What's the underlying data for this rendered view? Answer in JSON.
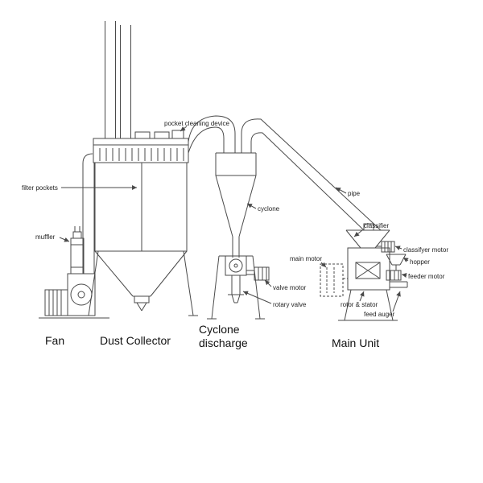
{
  "diagram": {
    "type": "process-equipment-line-drawing",
    "colors": {
      "line": "#4a4a4a",
      "text": "#1f1f1f",
      "background": "#ffffff"
    },
    "main_labels": {
      "fan": "Fan",
      "dust_collector": "Dust Collector",
      "cyclone_discharge_line1": "Cyclone",
      "cyclone_discharge_line2": "discharge",
      "main_unit": "Main Unit"
    },
    "part_labels": {
      "pocket_cleaning_device": "pocket cleaning device",
      "filter_pockets": "filter pockets",
      "muffler": "muffler",
      "cyclone": "cyclone",
      "pipe": "pipe",
      "classifier": "classifier",
      "main_motor": "main motor",
      "classifyer_motor": "classifyer motor",
      "hopper": "hopper",
      "feeder_motor": "feeder motor",
      "valve_motor": "valve motor",
      "rotary_valve": "rotary valve",
      "rotor_stator": "rotor & stator",
      "feed_auger": "feed auger"
    }
  }
}
